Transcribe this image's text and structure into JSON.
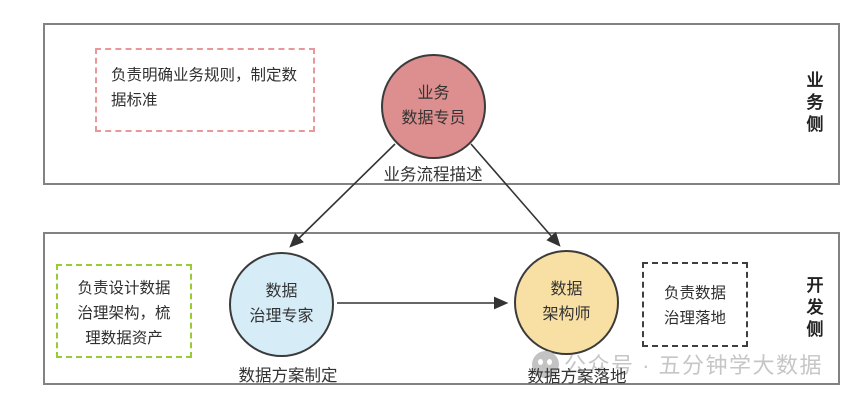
{
  "sections": {
    "business": {
      "side_label": "业务侧",
      "note": "负责明确业务规则，制定数\n据标准",
      "note_border_color": "#e89898",
      "node_label": "业务\n数据专员",
      "node_fill": "#dd8e8e",
      "node_caption": "业务流程描述"
    },
    "development": {
      "side_label": "开发侧",
      "design_note": "负责设计数据\n治理架构，梳\n理数据资产",
      "design_note_border_color": "#97cc34",
      "landing_note": "负责数据\n治理落地",
      "landing_note_border_color": "#3f3f3f",
      "governance_node_label": "数据\n治理专家",
      "governance_node_fill": "#d6edf8",
      "governance_node_caption": "数据方案制定",
      "architect_node_label": "数据\n架构师",
      "architect_node_fill": "#f8dfa3",
      "architect_node_caption": "数据方案落地"
    }
  },
  "watermark": {
    "icon": "wechat-official-account-icon",
    "text": "公众号 · 五分钟学大数据",
    "color": "#c6c6c6"
  },
  "colors": {
    "section_border": "#828282",
    "node_border": "#3b3b3b",
    "arrow": "#333333"
  }
}
